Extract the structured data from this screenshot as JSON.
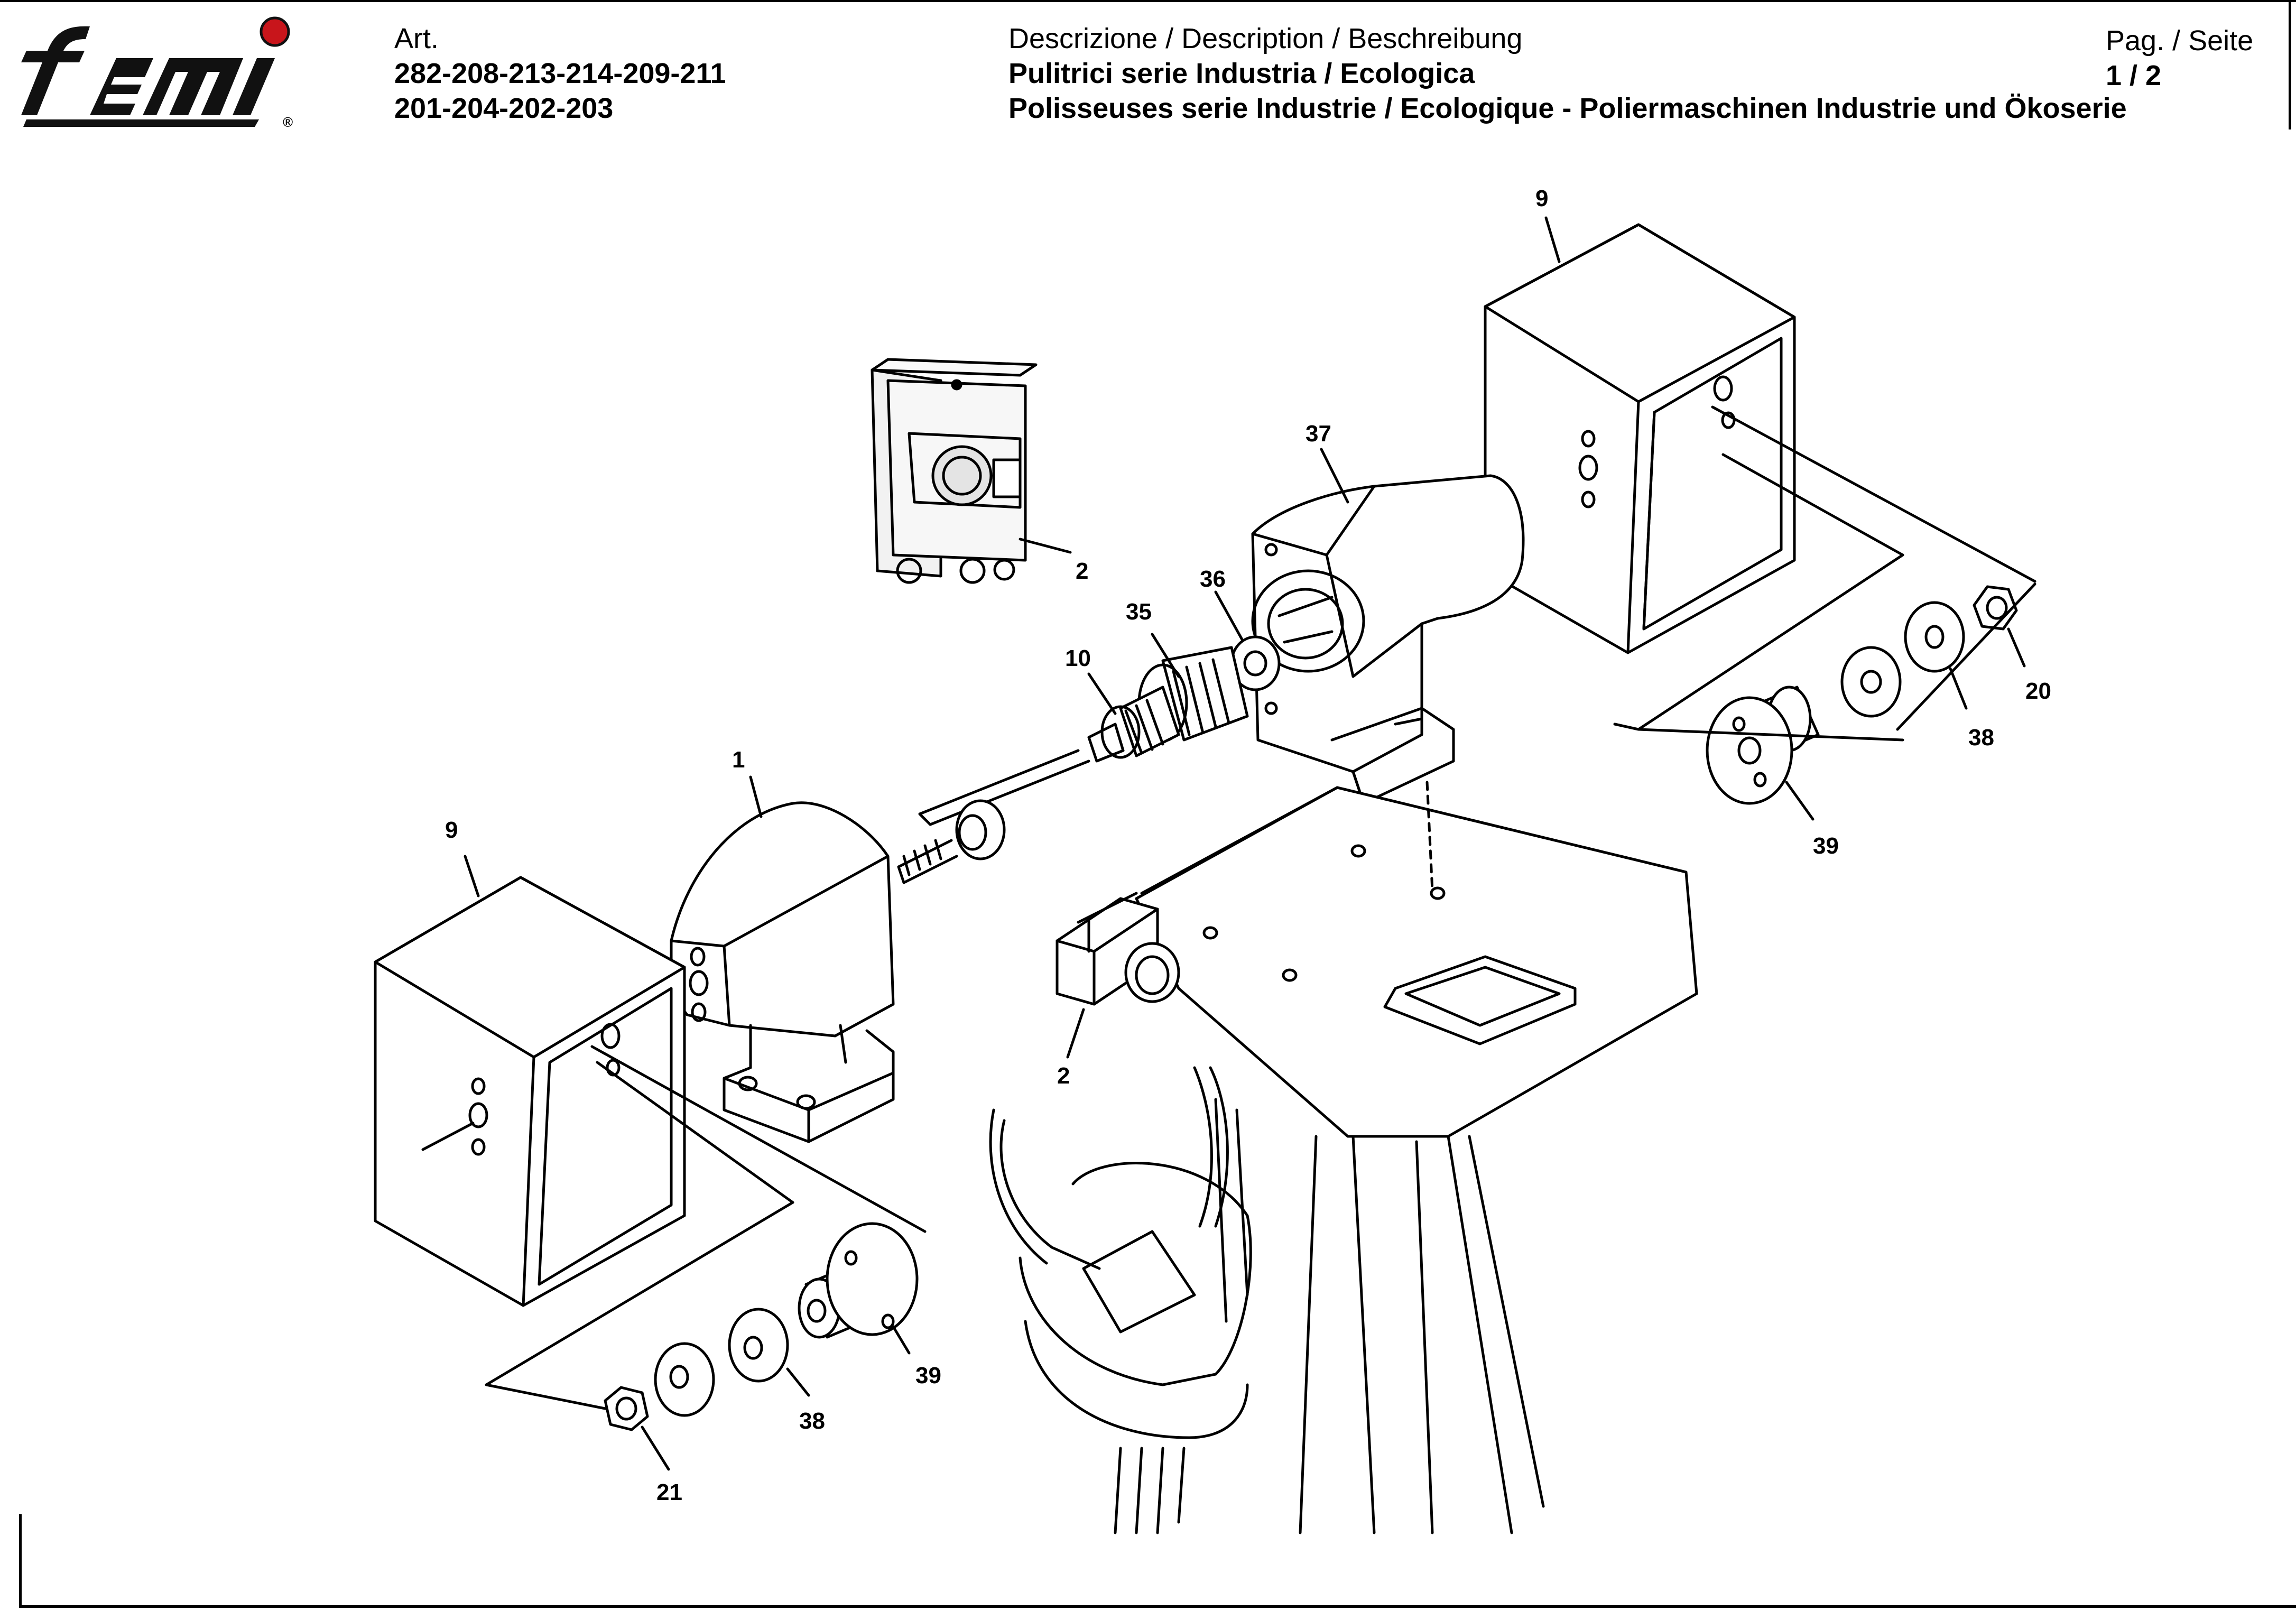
{
  "brand": {
    "logo_text": "femi"
  },
  "header": {
    "art_label": "Art.",
    "art_line1": "282-208-213-214-209-211",
    "art_line2": "201-204-202-203",
    "desc_label": "Descrizione / Description / Beschreibung",
    "desc_line1": "Pulitrici serie Industria / Ecologica",
    "desc_line2": "Polisseuses  serie Industrie / Ecologique - Poliermaschinen Industrie und Ökoserie",
    "page_label": "Pag. / Seite",
    "page_value": "1 / 2"
  },
  "callouts": {
    "c9_right": "9",
    "c37": "37",
    "c2_switch": "2",
    "c36": "36",
    "c35": "35",
    "c10": "10",
    "c20": "20",
    "c38_right": "38",
    "c39_right": "39",
    "c1": "1",
    "c9_left": "9",
    "c2_plug": "2",
    "c39_left": "39",
    "c38_left": "38",
    "c21": "21"
  }
}
